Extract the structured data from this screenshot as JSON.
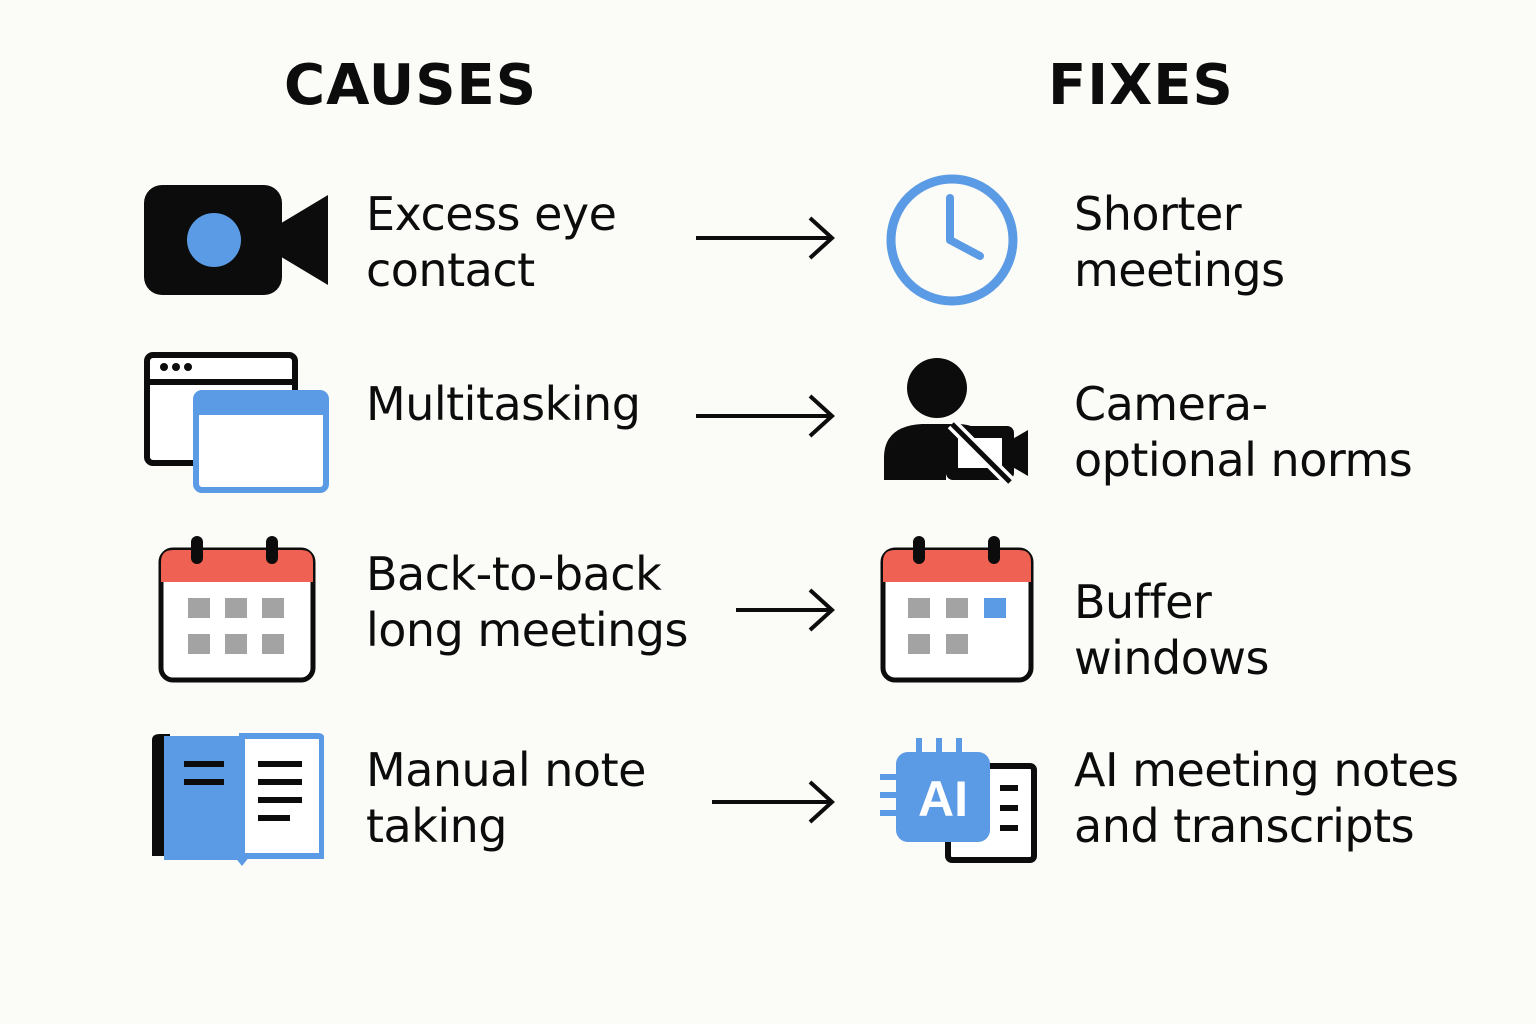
{
  "headings": {
    "causes": "CAUSES",
    "fixes": "FIXES"
  },
  "colors": {
    "blue": "#5b9ae4",
    "red": "#ef6253",
    "gray": "#a3a3a3",
    "black": "#0c0c0c"
  },
  "rows": [
    {
      "cause": {
        "label": "Excess eye\ncontact",
        "icon": "video-camera-icon"
      },
      "fix": {
        "label": "Shorter\nmeetings",
        "icon": "clock-icon"
      }
    },
    {
      "cause": {
        "label": "Multitasking",
        "icon": "overlapping-windows-icon"
      },
      "fix": {
        "label": "Camera-\noptional norms",
        "icon": "person-camera-off-icon"
      }
    },
    {
      "cause": {
        "label": "Back-to-back\nlong meetings",
        "icon": "full-calendar-icon"
      },
      "fix": {
        "label": "Buffer\nwindows",
        "icon": "calendar-buffer-icon"
      }
    },
    {
      "cause": {
        "label": "Manual note\ntaking",
        "icon": "notebook-icon"
      },
      "fix": {
        "label": "AI meeting notes\nand transcripts",
        "icon": "ai-notes-icon"
      }
    }
  ]
}
